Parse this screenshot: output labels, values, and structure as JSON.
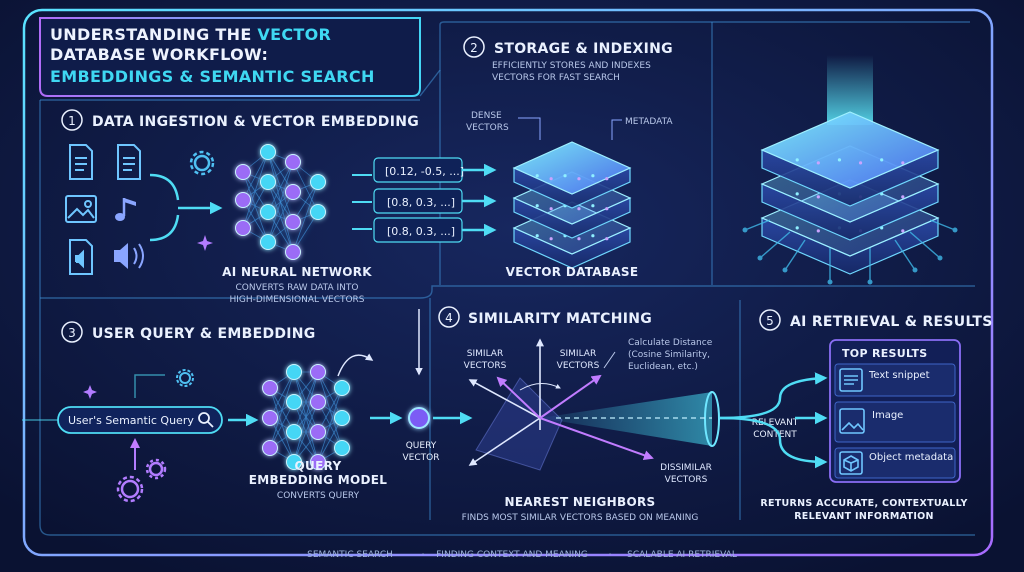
{
  "title": {
    "line1_white": "UNDERSTANDING THE ",
    "line1_cyan": "VECTOR",
    "line2": "DATABASE WORKFLOW:",
    "line3": "EMBEDDINGS & SEMANTIC SEARCH"
  },
  "section1": {
    "number": "1",
    "heading": "DATA INGESTION & VECTOR EMBEDDING",
    "network_label": "AI NEURAL NETWORK",
    "network_desc_1": "CONVERTS RAW DATA INTO",
    "network_desc_2": "HIGH-DIMENSIONAL VECTORS",
    "vectors": [
      "[0.12, -0.5, ...]",
      "[0.8, 0.3, ...]",
      "[0.8, 0.3, ...]"
    ]
  },
  "section2": {
    "number": "2",
    "heading": "STORAGE & INDEXING",
    "desc_1": "EFFICIENTLY STORES AND INDEXES",
    "desc_2": "VECTORS FOR FAST SEARCH",
    "dense_1": "DENSE",
    "dense_2": "VECTORS",
    "metadata": "METADATA",
    "db_label": "VECTOR DATABASE"
  },
  "section3": {
    "number": "3",
    "heading": "USER QUERY & EMBEDDING",
    "query_placeholder": "User's Semantic Query",
    "model_1": "QUERY",
    "model_2": "EMBEDDING MODEL",
    "model_desc": "CONVERTS QUERY",
    "qv_1": "QUERY",
    "qv_2": "VECTOR"
  },
  "section4": {
    "number": "4",
    "heading": "SIMILARITY MATCHING",
    "similar_1": "SIMILAR",
    "similar_2": "VECTORS",
    "similar_b1": "SIMILAR",
    "similar_b2": "VECTORS",
    "calc_1": "Calculate Distance",
    "calc_2": "(Cosine Similarity,",
    "calc_3": "Euclidean, etc.)",
    "dissim_1": "DISSIMILAR",
    "dissim_2": "VECTORS",
    "nn_label": "NEAREST NEIGHBORS",
    "nn_desc": "FINDS MOST SIMILAR VECTORS BASED ON MEANING"
  },
  "section5": {
    "number": "5",
    "heading": "AI RETRIEVAL & RESULTS",
    "relevant_1": "RELEVANT",
    "relevant_2": "CONTENT",
    "top_results": "TOP RESULTS",
    "results": [
      "Text snippet",
      "Image",
      "Object metadata"
    ],
    "returns_1": "RETURNS ACCURATE, CONTEXTUALLY",
    "returns_2": "RELEVANT INFORMATION"
  },
  "footer": {
    "items": [
      "SEMANTIC SEARCH",
      "FINDING CONTEXT AND MEANING",
      "SCALABLE AI RETRIEVAL"
    ]
  },
  "colors": {
    "background": "#0b1436",
    "cyan": "#3fd8f2",
    "purple": "#b26cf6",
    "text": "#eaf1ff",
    "muted": "#9fb4dc"
  }
}
